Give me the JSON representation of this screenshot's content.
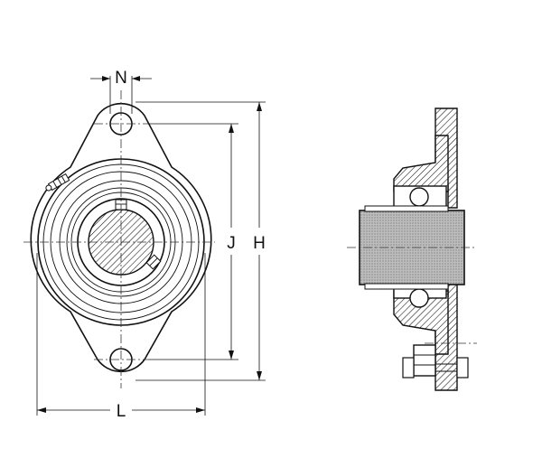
{
  "dimensions": {
    "N": "N",
    "J": "J",
    "H": "H",
    "L": "L"
  }
}
